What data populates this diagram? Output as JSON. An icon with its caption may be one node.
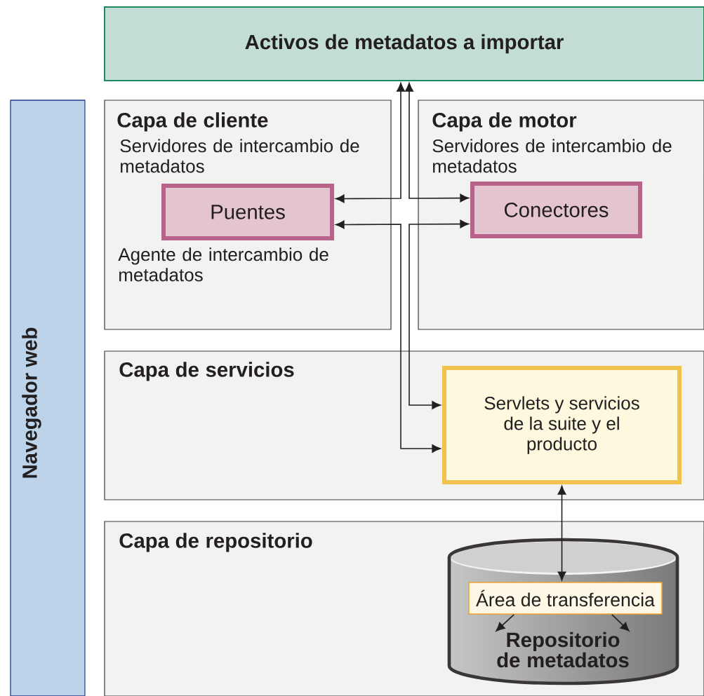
{
  "diagram": {
    "nodes": [
      {
        "text": [
          "Activos de metadatos a importar"
        ]
      },
      {
        "text": [
          "Navegador web"
        ]
      },
      {
        "text": [
          "Capa de cliente",
          "Servidores de intercambio de metadatos",
          "Agente de intercambio de metadatos"
        ]
      },
      {
        "text": [
          "Puentes"
        ],
        "in": 2
      },
      {
        "text": [
          "Capa de motor",
          "Servidores de intercambio de metadatos"
        ]
      },
      {
        "text": [
          "Conectores"
        ],
        "in": 4
      },
      {
        "text": [
          "Capa de servicios"
        ]
      },
      {
        "text": [
          "Servlets y servicios de la suite y el producto"
        ],
        "in": 6
      },
      {
        "text": [
          "Capa de repositorio"
        ]
      },
      {
        "text": [
          "Repositorio de metadatos"
        ],
        "in": 8
      },
      {
        "text": [
          "Área de transferencia"
        ],
        "in": 9
      }
    ],
    "edges": [
      {
        "from": 0,
        "to": 3,
        "arrow": "both"
      },
      {
        "from": 0,
        "to": 5,
        "arrow": "both"
      },
      {
        "from": 3,
        "to": 7,
        "arrow": "both"
      },
      {
        "from": 5,
        "to": 7,
        "arrow": "both"
      },
      {
        "from": 7,
        "to": 10,
        "arrow": "both"
      },
      {
        "from": 10,
        "to": null,
        "arrow": "to"
      },
      {
        "from": 10,
        "to": null,
        "arrow": "to"
      }
    ]
  }
}
